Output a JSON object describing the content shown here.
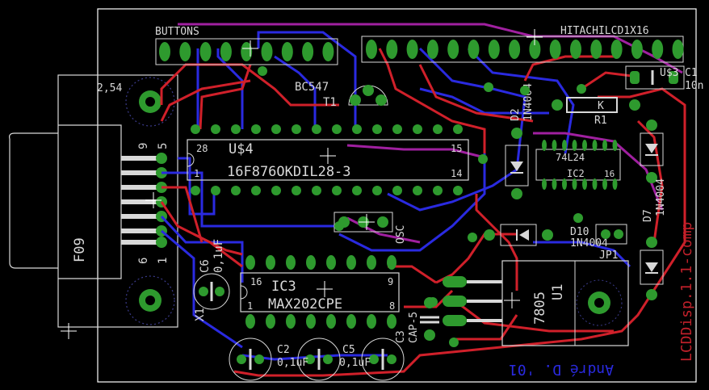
{
  "colors": {
    "background": "#000000",
    "outline": "#ffffff",
    "silk": "#d8d8d8",
    "top_copper": "#d0202a",
    "bottom_copper": "#2a2ae0",
    "pad": "#2e9a2e",
    "mixed_trace": "#a020a0",
    "docu_text": "#c0202a"
  },
  "labels": {
    "buttons": "BUTTONS",
    "lcd": "HITACHILCD1X16",
    "c1": "C1",
    "c1_value": "10n",
    "u3": "U$3",
    "grid": "2,54",
    "bc547": "BC547",
    "t1": "T1",
    "u4": "U$4",
    "pin28": "28",
    "pin15": "15",
    "pin1_u4": "1",
    "pin14": "14",
    "pic": "16F876OKDIL28-3",
    "d2": "D2",
    "d2_value": "1N4004",
    "r1": "R1",
    "k": "K",
    "ic2_value": "74L24",
    "ic2": "IC2",
    "ic2_pin": "16",
    "connector": "F09",
    "db_9": "9",
    "db_5": "5",
    "db_6": "6",
    "db_1": "1",
    "c6": "C6",
    "c6_value": "0,1uF",
    "osc": "OSC",
    "d7": "D7",
    "d7_value": "1N4004",
    "d10": "D10",
    "d10_value": "1N4004",
    "jp1": "JP1",
    "ic3": "IC3",
    "ic3_value": "MAX202CPE",
    "pin16": "16",
    "pin9": "9",
    "pin1_ic3": "1",
    "pin8": "8",
    "x1": "X1",
    "cap5": "CAP-5",
    "c3": "C3",
    "c2": "C2",
    "c2_value": "0,1uF",
    "c5": "C5",
    "c5_value": "0,1uF",
    "u1_value": "7805",
    "u1": "U1",
    "project": "LCDDisp.1.1-comp",
    "author": "André D. '01"
  }
}
